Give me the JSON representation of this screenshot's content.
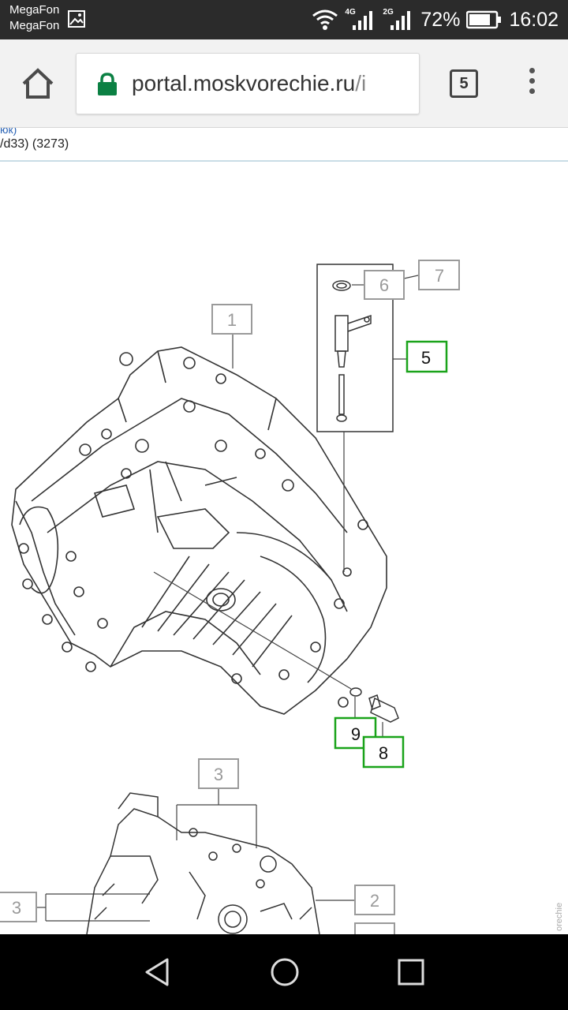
{
  "status_bar": {
    "carrier_1": "MegaFon",
    "carrier_2": "MegaFon",
    "network_1": "4G",
    "network_2": "2G",
    "battery": "72%",
    "time": "16:02"
  },
  "browser": {
    "url_host": "portal.moskvorechie.ru",
    "url_path": "/i",
    "tab_count": "5"
  },
  "page": {
    "breadcrumb_tail": "юк)",
    "subtitle": "/d33) (3273)",
    "watermark": "orechie"
  },
  "diagram": {
    "callouts": [
      {
        "label": "1",
        "highlighted": false
      },
      {
        "label": "5",
        "highlighted": true
      },
      {
        "label": "6",
        "highlighted": false
      },
      {
        "label": "7",
        "highlighted": false
      },
      {
        "label": "9",
        "highlighted": true
      },
      {
        "label": "8",
        "highlighted": true
      },
      {
        "label": "3",
        "highlighted": false
      },
      {
        "label": "3",
        "highlighted": false
      },
      {
        "label": "2",
        "highlighted": false
      }
    ]
  },
  "colors": {
    "status_bar": "#2b2b2b",
    "lock_green": "#0b8043",
    "highlight_box": "#1aa31a",
    "callout_box": "#9a9a9a"
  }
}
